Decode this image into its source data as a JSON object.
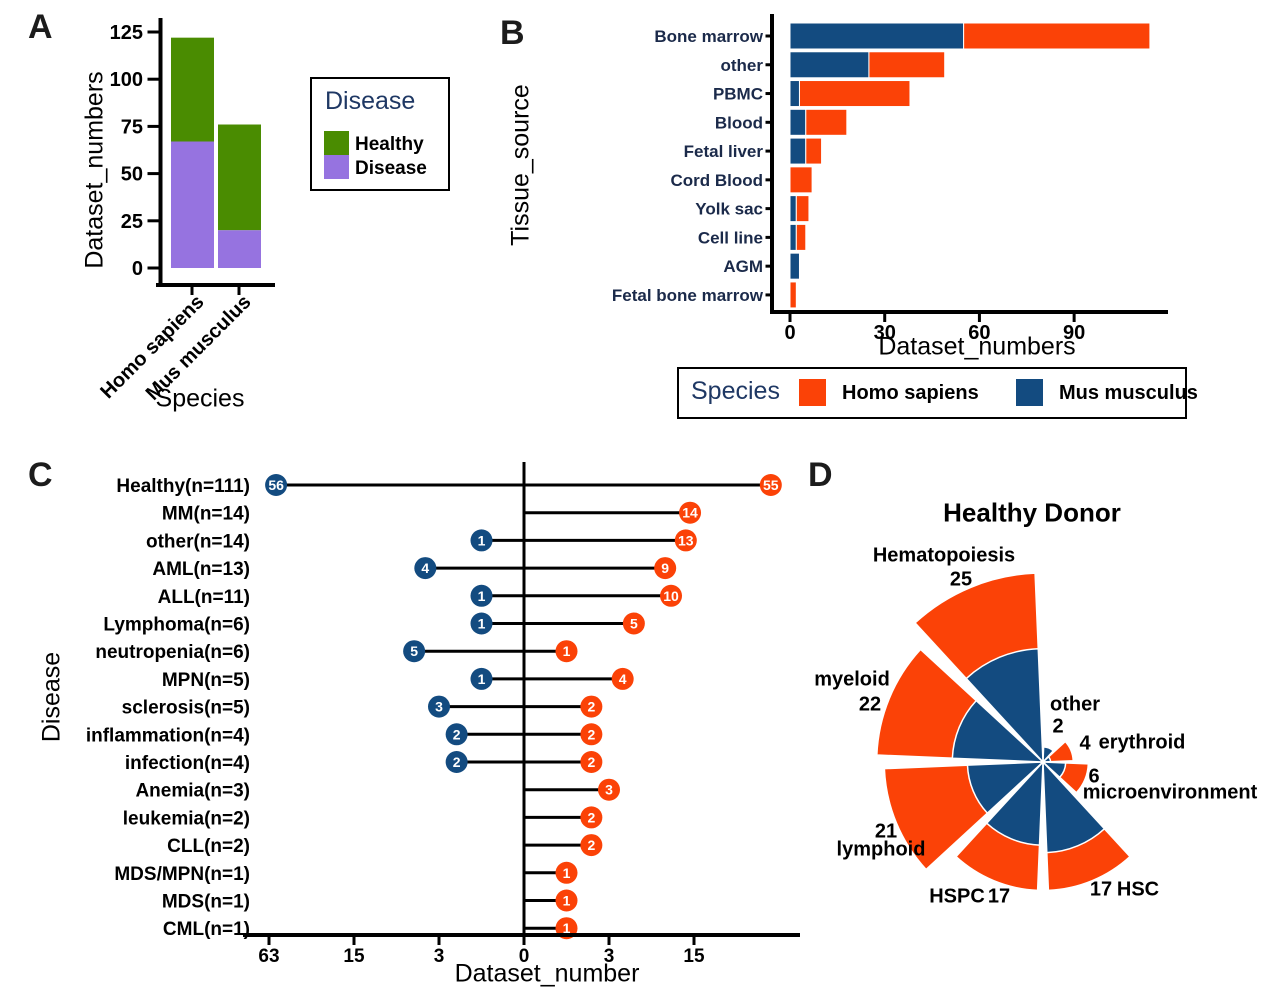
{
  "colors": {
    "healthy_green": "#4a8c01",
    "disease_purple": "#9673e0",
    "homo_orange": "#fb4207",
    "mus_navy": "#134b80",
    "legend_title_navy": "#1f3864",
    "tissue_label_navy": "#1b2a4a",
    "axis_black": "#000000"
  },
  "panel_a": {
    "letter": "A",
    "ylabel": "Dataset_numbers",
    "xlabel": "Species",
    "legend": {
      "title": "Disease",
      "healthy": "Healthy",
      "disease": "Disease"
    }
  },
  "panel_b": {
    "letter": "B",
    "ylabel": "Tissue_source",
    "xlabel": "Dataset_numbers",
    "legend": {
      "title": "Species",
      "homo": "Homo sapiens",
      "mus": "Mus musculus"
    }
  },
  "panel_c": {
    "letter": "C",
    "ylabel": "Disease",
    "xlabel": "Dataset_number"
  },
  "panel_d": {
    "letter": "D",
    "title": "Healthy Donor"
  },
  "chart_data": [
    {
      "id": "A",
      "type": "bar",
      "stacked": true,
      "xlabel": "Species",
      "ylabel": "Dataset_numbers",
      "categories": [
        "Homo sapiens",
        "Mus musculus"
      ],
      "series": [
        {
          "name": "Disease",
          "color_key": "disease_purple",
          "values": [
            67,
            20
          ]
        },
        {
          "name": "Healthy",
          "color_key": "healthy_green",
          "values": [
            55,
            56
          ]
        }
      ],
      "totals": [
        122,
        76
      ],
      "yticks": [
        0,
        25,
        50,
        75,
        100,
        125
      ],
      "ylim": [
        0,
        125
      ],
      "legend_position": "right",
      "grid": false
    },
    {
      "id": "B",
      "type": "bar-horizontal",
      "stacked": true,
      "xlabel": "Dataset_numbers",
      "ylabel": "Tissue_source",
      "categories": [
        "Bone marrow",
        "other",
        "PBMC",
        "Blood",
        "Fetal liver",
        "Cord Blood",
        "Yolk sac",
        "Cell line",
        "AGM",
        "Fetal bone marrow"
      ],
      "series": [
        {
          "name": "Mus musculus",
          "color_key": "mus_navy",
          "values": [
            55,
            25,
            3,
            5,
            5,
            0,
            2,
            2,
            3,
            0
          ]
        },
        {
          "name": "Homo sapiens",
          "color_key": "homo_orange",
          "values": [
            59,
            24,
            35,
            13,
            5,
            7,
            4,
            3,
            0,
            2
          ]
        }
      ],
      "xticks": [
        0,
        30,
        60,
        90
      ],
      "xlim": [
        0,
        120
      ],
      "legend_position": "bottom",
      "grid": false
    },
    {
      "id": "C",
      "type": "lollipop-diverging",
      "xlabel": "Dataset_number",
      "ylabel": "Disease",
      "scale_note": "symmetric log2(1+x); ticks equally spaced",
      "tick_labels": [
        "63",
        "15",
        "3",
        "0",
        "3",
        "15"
      ],
      "tick_values": [
        -63,
        -15,
        -3,
        0,
        3,
        15
      ],
      "rows": [
        {
          "label": "Healthy(n=111)",
          "mus": 56,
          "homo": 55
        },
        {
          "label": "MM(n=14)",
          "mus": null,
          "homo": 14
        },
        {
          "label": "other(n=14)",
          "mus": 1,
          "homo": 13
        },
        {
          "label": "AML(n=13)",
          "mus": 4,
          "homo": 9
        },
        {
          "label": "ALL(n=11)",
          "mus": 1,
          "homo": 10
        },
        {
          "label": "Lymphoma(n=6)",
          "mus": 1,
          "homo": 5
        },
        {
          "label": "neutropenia(n=6)",
          "mus": 5,
          "homo": 1
        },
        {
          "label": "MPN(n=5)",
          "mus": 1,
          "homo": 4
        },
        {
          "label": "sclerosis(n=5)",
          "mus": 3,
          "homo": 2
        },
        {
          "label": "inflammation(n=4)",
          "mus": 2,
          "homo": 2
        },
        {
          "label": "infection(n=4)",
          "mus": 2,
          "homo": 2
        },
        {
          "label": "Anemia(n=3)",
          "mus": null,
          "homo": 3
        },
        {
          "label": "leukemia(n=2)",
          "mus": null,
          "homo": 2
        },
        {
          "label": "CLL(n=2)",
          "mus": null,
          "homo": 2
        },
        {
          "label": "MDS/MPN(n=1)",
          "mus": null,
          "homo": 1
        },
        {
          "label": "MDS(n=1)",
          "mus": null,
          "homo": 1
        },
        {
          "label": "CML(n=1)",
          "mus": null,
          "homo": 1
        }
      ]
    },
    {
      "id": "D",
      "type": "rose",
      "title": "Healthy Donor",
      "sector_angle_deg": 45,
      "clockwise_from_top": true,
      "sectors": [
        {
          "label": "other",
          "value": 2,
          "inner_estimated": 2
        },
        {
          "label": "erythroid",
          "value": 4,
          "inner_estimated": 1
        },
        {
          "label": "microenvironment",
          "value": 6,
          "inner_estimated": 3
        },
        {
          "label": "HSC",
          "value": 17,
          "inner_estimated": 12
        },
        {
          "label": "HSPC",
          "value": 17,
          "inner_estimated": 11
        },
        {
          "label": "lymphoid",
          "value": 21,
          "inner_estimated": 10
        },
        {
          "label": "myeloid",
          "value": 22,
          "inner_estimated": 12
        },
        {
          "label": "Hematopoiesis",
          "value": 25,
          "inner_estimated": 15
        }
      ]
    }
  ]
}
